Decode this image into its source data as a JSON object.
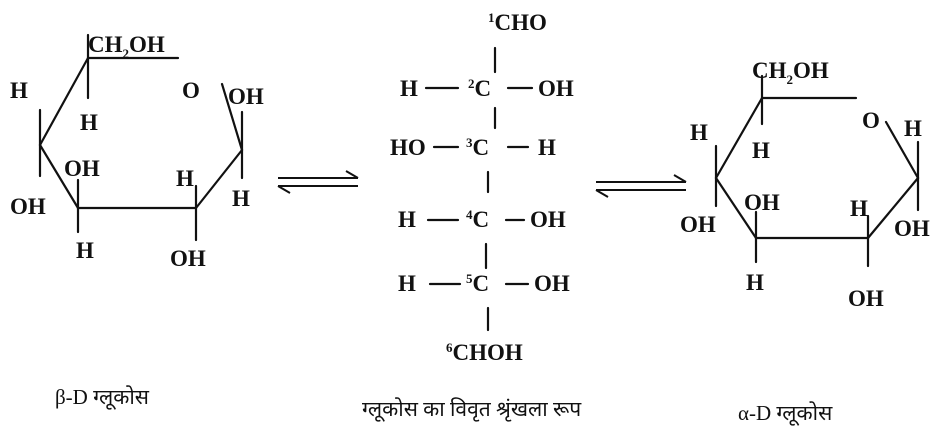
{
  "beta": {
    "ch2oh": "CH",
    "ch2oh_sub": "2",
    "ch2oh_tail": "OH",
    "ring_o": "O",
    "c1_oh": "OH",
    "c1_h": "H",
    "c2_h": "H",
    "c2_oh": "OH",
    "c3_h": "H",
    "c3_oh": "OH",
    "c4_h": "H",
    "c4_oh": "OH",
    "c5_h": "H",
    "caption": "β-D ग्लूकोस"
  },
  "open": {
    "c1_num": "1",
    "c1_group": "CHO",
    "c2_num": "2",
    "c2_h": "H",
    "c2_oh": "OH",
    "c3_num": "3",
    "c3_ho": "HO",
    "c3_h": "H",
    "c4_num": "4",
    "c4_h": "H",
    "c4_oh": "OH",
    "c5_num": "5",
    "c5_h": "H",
    "c5_oh": "OH",
    "c6_num": "6",
    "c6_group": "CHOH",
    "atom_c": "C",
    "caption": "ग्लूकोस का विवृत श्रृंखला रूप"
  },
  "alpha": {
    "ch2oh": "CH",
    "ch2oh_sub": "2",
    "ch2oh_tail": "OH",
    "ring_o": "O",
    "c1_h": "H",
    "c1_oh": "OH",
    "c2_h": "H",
    "c2_oh": "OH",
    "c3_h": "H",
    "c3_oh": "OH",
    "c4_h": "H",
    "c4_oh": "OH",
    "c5_h": "H",
    "caption": "α-D ग्लूकोस"
  }
}
